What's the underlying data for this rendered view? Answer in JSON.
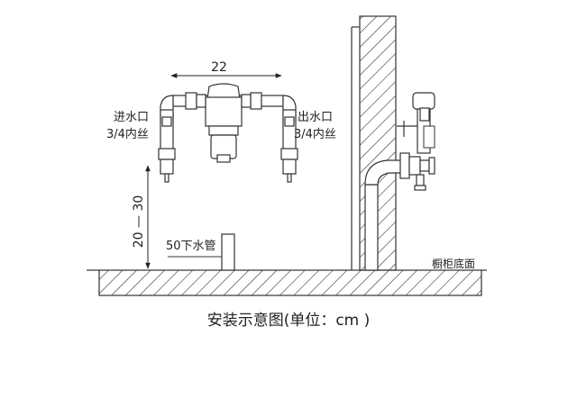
{
  "labels": {
    "width_dim": "22",
    "height_dim": "20 — 30",
    "inlet_title": "进水口",
    "inlet_thread": "3/4内丝",
    "outlet_title": "出水口",
    "outlet_thread": "3/4内丝",
    "drain_pipe": "50下水管",
    "cabinet_floor": "橱柜底面"
  },
  "caption": "安装示意图(单位：cm )"
}
